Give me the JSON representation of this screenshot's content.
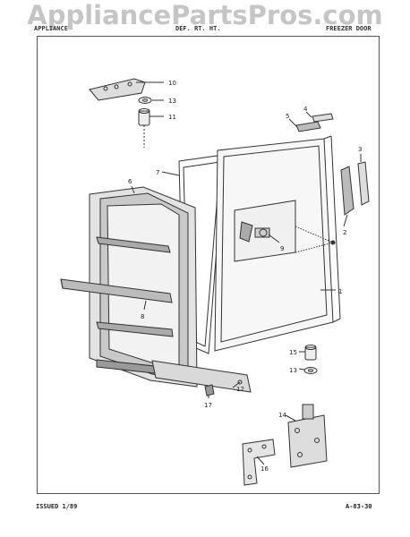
{
  "watermark": "AppliancePartsPros.com",
  "header": {
    "left": "APPLIANCE",
    "center": "DEF. RT. HT.",
    "right": "FREEZER DOOR"
  },
  "footer": {
    "issued": "ISSUED 1/89",
    "page_ref": "A-83-30"
  },
  "callouts": [
    "1",
    "2",
    "3",
    "4",
    "5",
    "6",
    "7",
    "8",
    "9",
    "10",
    "11",
    "12",
    "13",
    "13",
    "14",
    "15",
    "16",
    "17"
  ]
}
